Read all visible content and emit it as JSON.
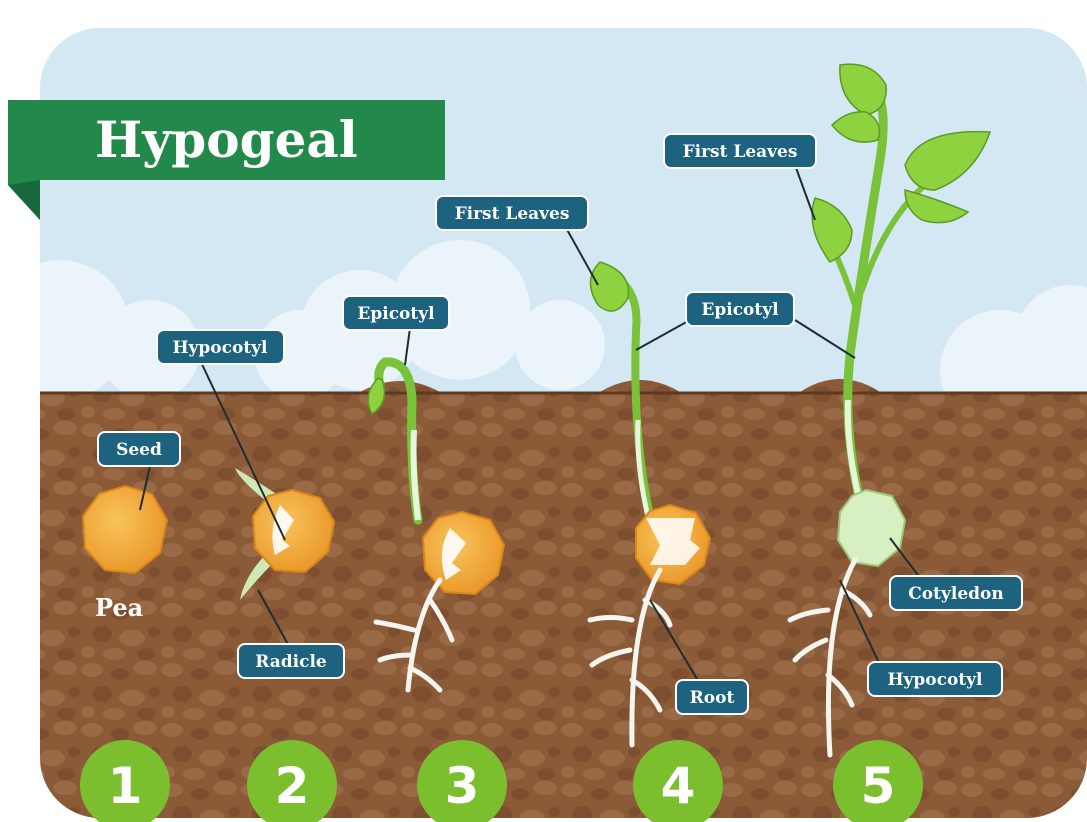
{
  "title": "Hypogeal",
  "pea_caption": "Pea",
  "labels": {
    "seed": "Seed",
    "hypocotyl_stage2": "Hypocotyl",
    "radicle": "Radicle",
    "epicotyl_stage3": "Epicotyl",
    "first_leaves_stage4": "First Leaves",
    "epicotyl_stage4_5": "Epicotyl",
    "root": "Root",
    "first_leaves_stage5": "First Leaves",
    "cotyledon": "Cotyledon",
    "hypocotyl_stage5": "Hypocotyl"
  },
  "stages": [
    "1",
    "2",
    "3",
    "4",
    "5"
  ],
  "colors": {
    "sky": "#d3e8f3",
    "soil": "#8b5a37",
    "title_banner": "#23894a",
    "label_box": "#1d6380",
    "stage_circle": "#7cbf2e",
    "seed": "#f3a935",
    "stem": "#79c23a"
  }
}
